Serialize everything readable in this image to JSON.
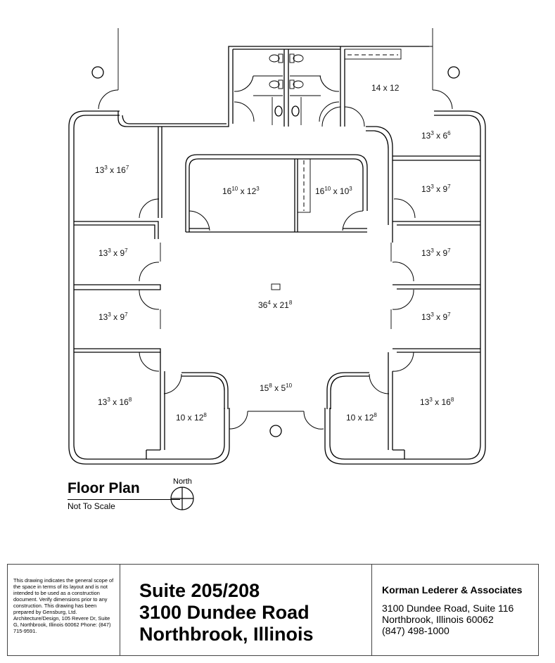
{
  "plan": {
    "rooms": [
      {
        "id": "office-nw",
        "label": "13",
        "sup1": "3",
        "mid": " x 16",
        "sup2": "7"
      },
      {
        "id": "conf-left",
        "label": "16",
        "sup1": "10",
        "mid": " x 12",
        "sup2": "3"
      },
      {
        "id": "conf-right",
        "label": "16",
        "sup1": "10",
        "mid": " x 10",
        "sup2": "3"
      },
      {
        "id": "reception-ne",
        "label": "14 x 12",
        "sup1": "",
        "mid": "",
        "sup2": ""
      },
      {
        "id": "office-ne-small",
        "label": "13",
        "sup1": "3",
        "mid": " x 6",
        "sup2": "6"
      },
      {
        "id": "office-e1",
        "label": "13",
        "sup1": "3",
        "mid": " x 9",
        "sup2": "7"
      },
      {
        "id": "office-e2",
        "label": "13",
        "sup1": "3",
        "mid": " x 9",
        "sup2": "7"
      },
      {
        "id": "office-e3",
        "label": "13",
        "sup1": "3",
        "mid": " x 9",
        "sup2": "7"
      },
      {
        "id": "office-w1",
        "label": "13",
        "sup1": "3",
        "mid": " x 9",
        "sup2": "7"
      },
      {
        "id": "office-w2",
        "label": "13",
        "sup1": "3",
        "mid": " x 9",
        "sup2": "7"
      },
      {
        "id": "open-area",
        "label": "36",
        "sup1": "4",
        "mid": " x 21",
        "sup2": "8"
      },
      {
        "id": "entry",
        "label": "15",
        "sup1": "8",
        "mid": " x 5",
        "sup2": "10"
      },
      {
        "id": "office-sw",
        "label": "13",
        "sup1": "3",
        "mid": " x 16",
        "sup2": "8"
      },
      {
        "id": "office-s-left",
        "label": "10 x 12",
        "sup1": "",
        "mid": "",
        "sup2": "8"
      },
      {
        "id": "office-s-right",
        "label": "10 x 12",
        "sup1": "",
        "mid": "",
        "sup2": "8"
      },
      {
        "id": "office-se",
        "label": "13",
        "sup1": "3",
        "mid": " x 16",
        "sup2": "8"
      }
    ]
  },
  "legend": {
    "title": "Floor Plan",
    "subtitle": "Not To Scale",
    "north": "North",
    "icon": "north-arrow-icon"
  },
  "title_block": {
    "disclaimer": "This drawing indicates the general scope of the space in terms of its layout and is not intended to be used as a construction document. Verify dimensions prior to any construction.  This drawing has been prepared by Gensburg, Ltd. Architecture/Design, 105 Revere Dr, Suite G, Northbrook, Illinois 60062 Phone: (847) 715-9591.",
    "suite": [
      "Suite 205/208",
      "3100 Dundee Road",
      "Northbrook, Illinois"
    ],
    "firm": {
      "name": "Korman Lederer & Associates",
      "address_line1": "3100 Dundee Road, Suite 116",
      "address_line2": "Northbrook, Illinois 60062",
      "phone": "(847) 498-1000"
    }
  }
}
